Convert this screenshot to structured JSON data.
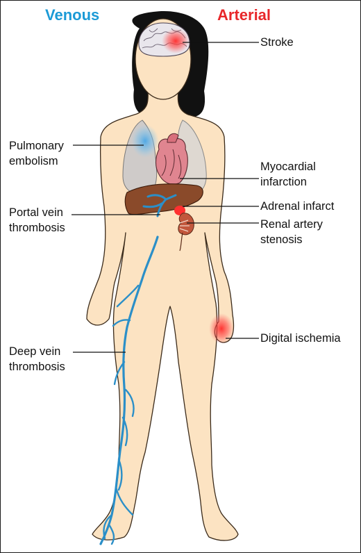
{
  "headers": {
    "venous": "Venous",
    "arterial": "Arterial"
  },
  "labels": {
    "stroke": "Stroke",
    "pulmonary_embolism": "Pulmonary\nembolism",
    "myocardial_infarction": "Myocardial\ninfarction",
    "adrenal_infarct": "Adrenal infarct",
    "portal_vein_thrombosis": "Portal vein\nthrombosis",
    "renal_artery_stenosis": "Renal artery\nstenosis",
    "digital_ischemia": "Digital ischemia",
    "deep_vein_thrombosis": "Deep vein\nthrombosis"
  },
  "colors": {
    "venous": "#1b9ad6",
    "arterial": "#e8272a",
    "skin": "#fce3c2",
    "skin_outline": "#3a2a1a",
    "hair": "#111111",
    "vein": "#2b8fc8",
    "liver": "#8a4a2a",
    "lung": "#c7c7ca",
    "heart": "#e08590",
    "kidney": "#c2573c",
    "leader": "#111111"
  }
}
